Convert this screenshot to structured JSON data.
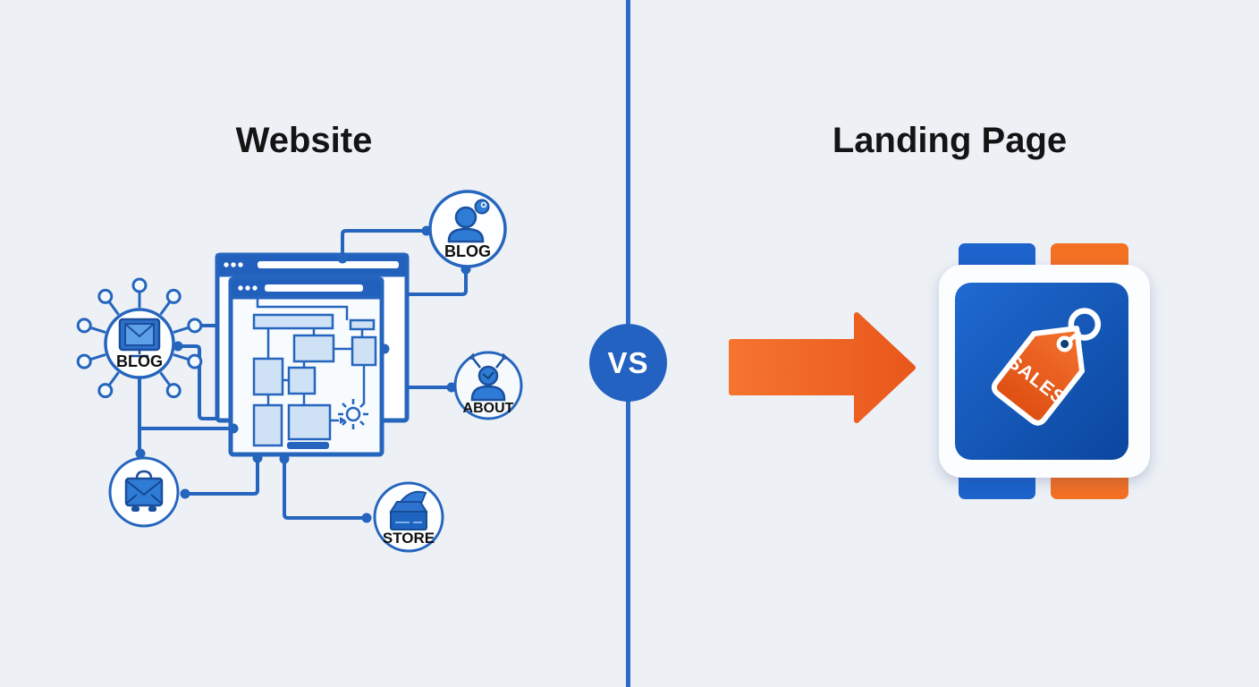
{
  "page": {
    "background_color": "#edf1f6"
  },
  "divider": {
    "vs_label": "VS",
    "line_color": "#2c6ac5",
    "circle_color": "#2462c1"
  },
  "left_panel": {
    "title": "Website",
    "node_labels": {
      "hub": "BLOG",
      "top": "BLOG",
      "about": "ABOUT",
      "store": "STORE"
    }
  },
  "right_panel": {
    "title": "Landing Page",
    "tag_label": "SALES"
  },
  "colors": {
    "line_blue": "#2565be",
    "titlebar_blue": "#2160bd",
    "light_box_fill": "#cfe2f5",
    "icon_blue": "#2f7cd6",
    "icon_outline": "#1b4f9e",
    "arrow_orange": "#f2662a",
    "square_blue": "#1f6ad1",
    "tag_orange": "#f4722f",
    "title_text": "#141414"
  }
}
